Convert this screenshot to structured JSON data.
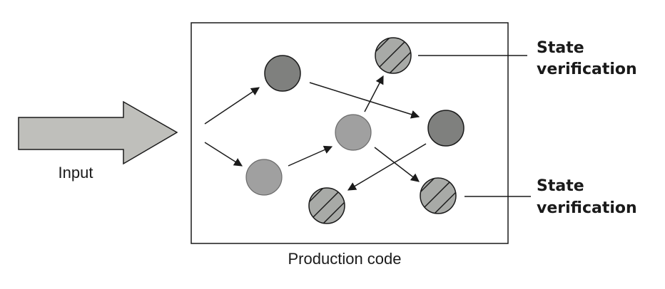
{
  "input_label": "Input",
  "box_label": "Production code",
  "verification_labels": [
    {
      "line1": "State",
      "line2": "verification"
    },
    {
      "line1": "State",
      "line2": "verification"
    }
  ],
  "colors": {
    "arrow_fill": "#bfbfbb",
    "dark_node": "#7f807e",
    "light_node": "#a0a0a0",
    "hatched_node": "#a8aaa7",
    "stroke": "#1a1a1a"
  }
}
